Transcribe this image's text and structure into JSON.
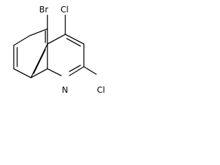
{
  "molecule": {
    "atoms": {
      "bromine": "Br",
      "chlorine_4": "Cl",
      "chlorine_2": "Cl",
      "nitrogen": "N"
    },
    "colors": {
      "bond": "#000000",
      "label": "#000000",
      "background": "#ffffff"
    }
  }
}
